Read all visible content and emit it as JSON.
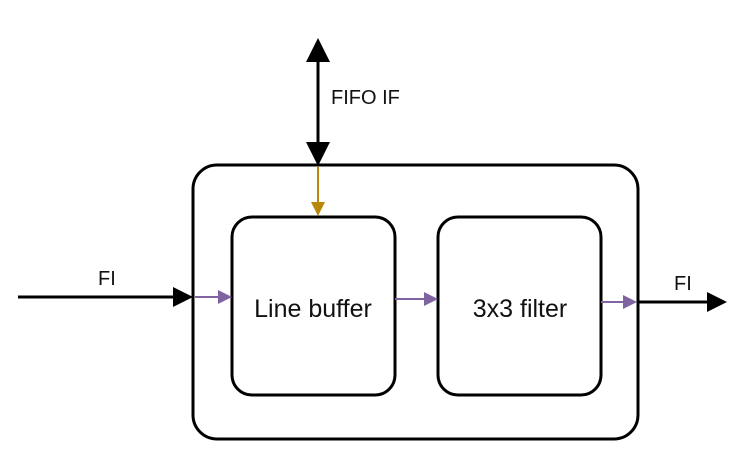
{
  "diagram": {
    "fifo_label": "FIFO IF",
    "input_label": "FI",
    "output_label": "FI",
    "block1_label": "Line buffer",
    "block2_label": "3x3 filter"
  },
  "colors": {
    "black": "#000000",
    "purple": "#8064a2",
    "gold": "#b8860b"
  }
}
